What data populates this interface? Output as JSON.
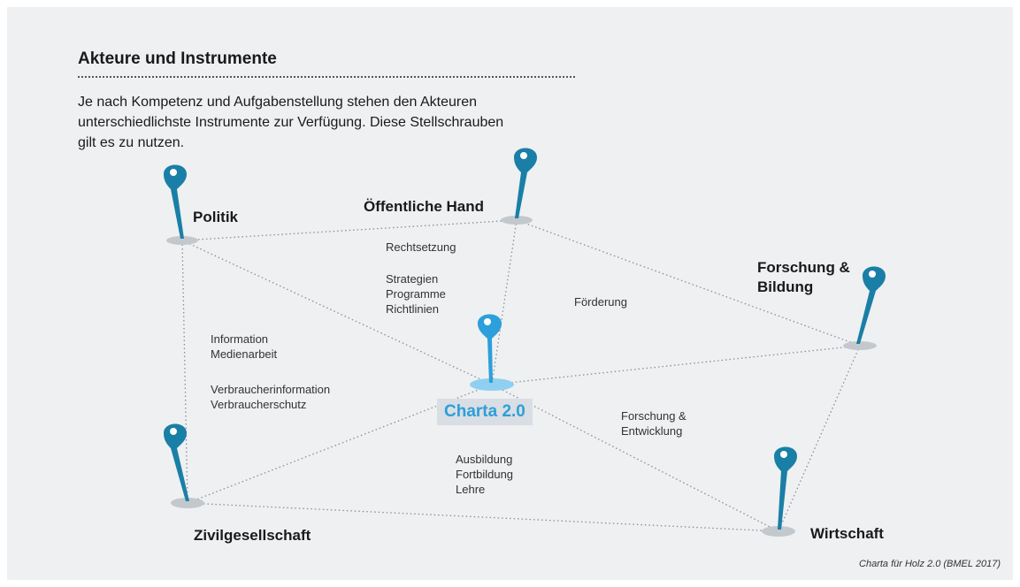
{
  "header": {
    "title": "Akteure und Instrumente",
    "intro_lines": [
      "Je nach Kompetenz und Aufgabenstellung stehen den Akteuren",
      "unterschiedlichste Instrumente zur Verfügung. Diese Stellschrauben",
      "gilt es zu nutzen."
    ]
  },
  "actors": {
    "politik": "Politik",
    "oeffentliche_hand": "Öffentliche Hand",
    "forschung": [
      "Forschung &",
      "Bildung"
    ],
    "zivil": "Zivilgesellschaft",
    "wirtschaft": "Wirtschaft",
    "center": "Charta 2.0"
  },
  "instruments": {
    "rechtsetzung": [
      "Rechtsetzung"
    ],
    "strategien": [
      "Strategien",
      "Programme",
      "Richtlinien"
    ],
    "foerderung": [
      "Förderung"
    ],
    "information": [
      "Information",
      "Medienarbeit"
    ],
    "verbraucher": [
      "Verbraucherinformation",
      "Verbraucherschutz"
    ],
    "forschung_entwicklung": [
      "Forschung &",
      "Entwicklung"
    ],
    "ausbildung": [
      "Ausbildung",
      "Fortbildung",
      "Lehre"
    ]
  },
  "colors": {
    "pin": "#1a7fa6",
    "center_pin": "#2d9fda",
    "pin_base": "#c3c8cd",
    "line": "#8a9096"
  },
  "icons": {
    "pin": "map-pin-icon"
  },
  "source": "Charta für Holz 2.0 (BMEL 2017)"
}
